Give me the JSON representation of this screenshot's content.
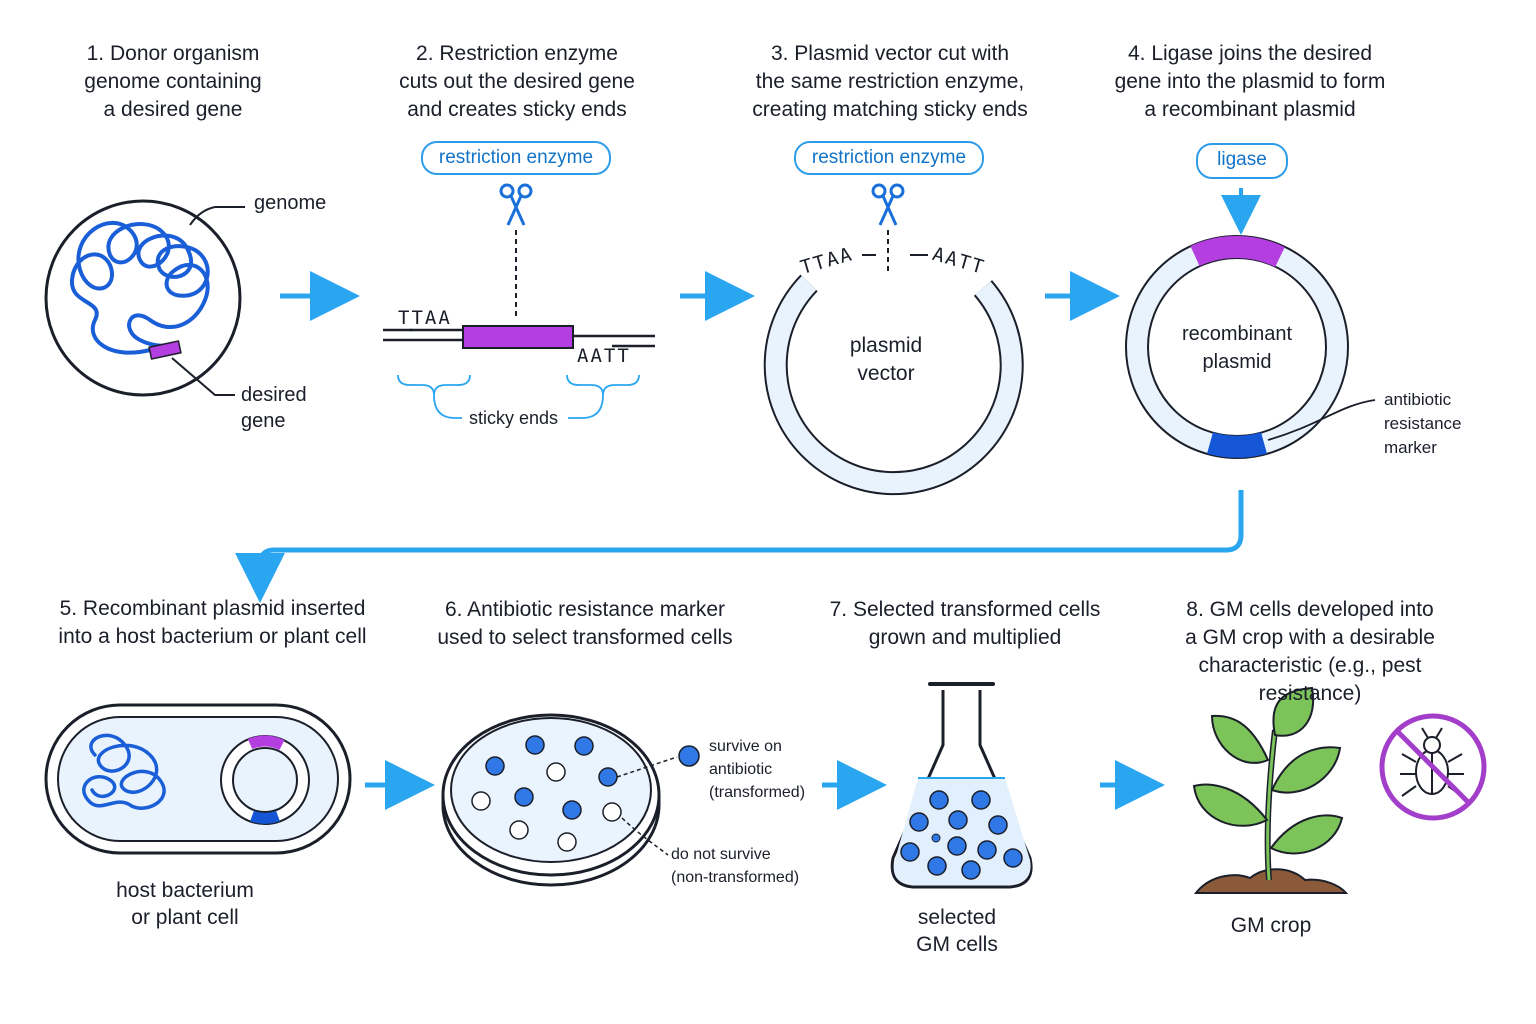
{
  "steps": [
    {
      "title": "1. Donor organism\ngenome containing\na desired gene"
    },
    {
      "title": "2. Restriction enzyme\ncuts out the desired gene\nand creates sticky ends"
    },
    {
      "title": "3. Plasmid vector cut with\nthe same restriction enzyme,\ncreating matching sticky ends"
    },
    {
      "title": "4. Ligase joins the desired\ngene into the plasmid to form\na recombinant plasmid"
    },
    {
      "title": "5. Recombinant plasmid inserted\ninto a host bacterium or plant cell"
    },
    {
      "title": "6. Antibiotic resistance marker\nused to select transformed cells"
    },
    {
      "title": "7. Selected transformed cells\ngrown and multiplied"
    },
    {
      "title": "8. GM cells developed into\na GM crop with a desirable\ncharacteristic (e.g., pest resistance)"
    }
  ],
  "labels": {
    "genome": "genome",
    "desired_gene": "desired\ngene",
    "restriction_enzyme_1": "restriction enzyme",
    "restriction_enzyme_2": "restriction enzyme",
    "ligase": "ligase",
    "sticky_ends": "sticky ends",
    "seq_left": "TTAA",
    "seq_right": "AATT",
    "seq_plasmid_left": "TTAA",
    "seq_plasmid_right": "AATT",
    "plasmid_vector": "plasmid\nvector",
    "recombinant_plasmid": "recombinant\nplasmid",
    "antibiotic_marker": "antibiotic\nresistance\nmarker",
    "host_cell": "host bacterium\nor plant cell",
    "survive": "survive on\nantibiotic\n(transformed)",
    "not_survive": "do not survive\n(non-transformed)",
    "selected_cells": "selected\nGM cells",
    "gm_crop": "GM crop"
  },
  "colors": {
    "accent_arrow": "#2aa6f0",
    "dna": "#1a5fd8",
    "desired_gene": "#b43ee0",
    "marker": "#1456d6",
    "outline": "#1b1f2a",
    "plasmid_fill": "#e8f3fd",
    "leaf": "#7cc35a",
    "no_pest": "#a23ec9"
  },
  "icons": [
    "scissors-icon",
    "down-arrow-icon",
    "right-arrow-icon",
    "beetle-icon",
    "no-symbol-icon",
    "flask-icon",
    "petri-dish-icon",
    "plant-icon"
  ]
}
